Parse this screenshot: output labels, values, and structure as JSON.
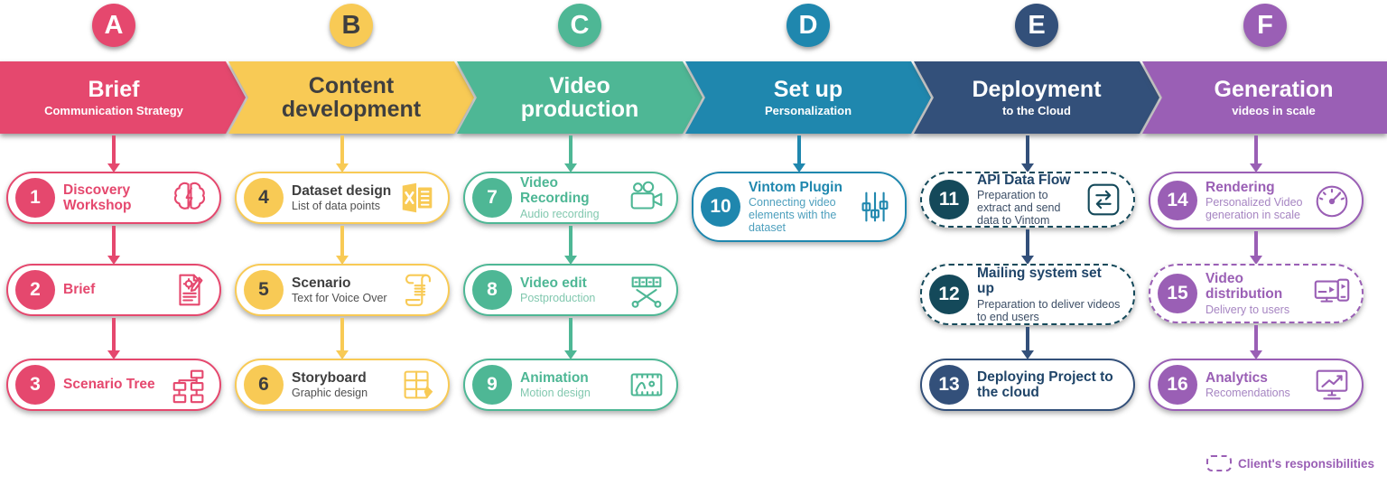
{
  "background": "#FFFFFF",
  "legend": {
    "label": "Client's responsibilities",
    "color": "#9A5FB5"
  },
  "phases": [
    {
      "letter": "A",
      "title": "Brief",
      "subtitle": "Communication Strategy",
      "color": "#E5486E",
      "banner_text_color": "#FFFFFF",
      "letter_color": "#FFFFFF",
      "step_title_color": "#E5486E",
      "step_subtitle_color": "#E87A95",
      "num_text_color": "#FFFFFF",
      "steps": [
        {
          "num": "1",
          "title": "Discovery Workshop",
          "subtitle": "",
          "icon": "brain-icon",
          "dashed": false
        },
        {
          "num": "2",
          "title": "Brief",
          "subtitle": "",
          "icon": "brief-document-icon",
          "dashed": false
        },
        {
          "num": "3",
          "title": "Scenario Tree",
          "subtitle": "",
          "icon": "tree-diagram-icon",
          "dashed": false
        }
      ]
    },
    {
      "letter": "B",
      "title": "Content development",
      "subtitle": "",
      "color": "#F8CA55",
      "banner_text_color": "#3F3F3F",
      "letter_color": "#3F3F3F",
      "step_title_color": "#3F3F3F",
      "step_subtitle_color": "#4F4F4F",
      "num_text_color": "#3F3F3F",
      "steps": [
        {
          "num": "4",
          "title": "Dataset design",
          "subtitle": "List of data points",
          "icon": "excel-icon",
          "dashed": false
        },
        {
          "num": "5",
          "title": "Scenario",
          "subtitle": "Text for Voice Over",
          "icon": "scroll-icon",
          "dashed": false
        },
        {
          "num": "6",
          "title": "Storyboard",
          "subtitle": "Graphic design",
          "icon": "storyboard-icon",
          "dashed": false
        }
      ]
    },
    {
      "letter": "C",
      "title": "Video production",
      "subtitle": "",
      "color": "#4EB795",
      "banner_text_color": "#FFFFFF",
      "letter_color": "#FFFFFF",
      "step_title_color": "#4EB795",
      "step_subtitle_color": "#82C8AF",
      "num_text_color": "#FFFFFF",
      "steps": [
        {
          "num": "7",
          "title": "Video Recording",
          "subtitle": "Audio recording",
          "icon": "video-camera-icon",
          "dashed": false
        },
        {
          "num": "8",
          "title": "Video edit",
          "subtitle": "Postproduction",
          "icon": "film-scissors-icon",
          "dashed": false
        },
        {
          "num": "9",
          "title": "Animation",
          "subtitle": "Motion design",
          "icon": "filmstrip-icon",
          "dashed": false
        }
      ]
    },
    {
      "letter": "D",
      "title": "Set up",
      "subtitle": "Personalization",
      "color": "#1F87AE",
      "banner_text_color": "#FFFFFF",
      "letter_color": "#FFFFFF",
      "step_title_color": "#1F87AE",
      "step_subtitle_color": "#4D9FBD",
      "num_text_color": "#FFFFFF",
      "steps": [
        {
          "num": "10",
          "title": "Vintom Plugin",
          "subtitle": "Connecting video elements with the dataset",
          "icon": "sliders-icon",
          "dashed": false
        }
      ]
    },
    {
      "letter": "E",
      "title": "Deployment",
      "subtitle": "to the Cloud",
      "color": "#33507A",
      "banner_text_color": "#FFFFFF",
      "letter_color": "#FFFFFF",
      "step_title_color": "#1F4468",
      "step_subtitle_color": "#3C4E66",
      "num_text_color": "#FFFFFF",
      "steps": [
        {
          "num": "11",
          "title": "API Data Flow",
          "subtitle": "Preparation to extract and send data to Vintom",
          "icon": "data-exchange-icon",
          "dashed": true,
          "accent": "#14495A"
        },
        {
          "num": "12",
          "title": "Mailing system set up",
          "subtitle": "Preparation to deliver videos to end users",
          "icon": "",
          "dashed": true,
          "accent": "#14495A"
        },
        {
          "num": "13",
          "title": "Deploying Project to the cloud",
          "subtitle": "",
          "icon": "",
          "dashed": false
        }
      ]
    },
    {
      "letter": "F",
      "title": "Generation",
      "subtitle": "videos in scale",
      "color": "#9A5FB5",
      "banner_text_color": "#FFFFFF",
      "letter_color": "#FFFFFF",
      "step_title_color": "#9A5FB5",
      "step_subtitle_color": "#A685C2",
      "num_text_color": "#FFFFFF",
      "steps": [
        {
          "num": "14",
          "title": "Rendering",
          "subtitle": "Personalized Video generation in scale",
          "icon": "gauge-icon",
          "dashed": false
        },
        {
          "num": "15",
          "title": "Video distribution",
          "subtitle": "Delivery to users",
          "icon": "devices-icon",
          "dashed": true
        },
        {
          "num": "16",
          "title": "Analytics",
          "subtitle": "Recomendations",
          "icon": "analytics-monitor-icon",
          "dashed": false
        }
      ]
    }
  ]
}
